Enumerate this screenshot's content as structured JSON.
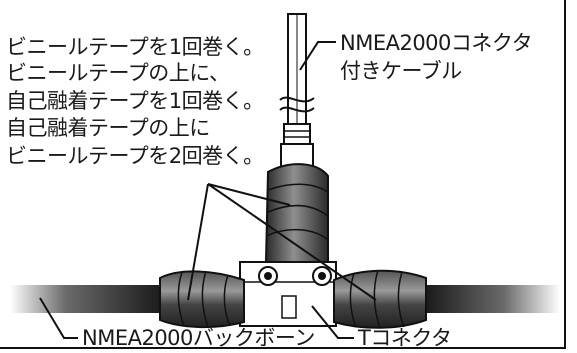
{
  "instructions": [
    "ビニールテープを1回巻く。",
    "ビニールテープの上に、",
    "自己融着テープを1回巻く。",
    "自己融着テープの上に",
    "ビニールテープを2回巻く。"
  ],
  "labels": {
    "cable": [
      "NMEA2000コネクタ",
      "付きケーブル"
    ],
    "backbone": "NMEA2000バックボーン",
    "t_connector": "Tコネクタ"
  },
  "colors": {
    "tape": "#3a3a3a",
    "tape_highlight": "#8a8a8a",
    "cable_dark": "#1c1c1c",
    "line": "#111111"
  }
}
